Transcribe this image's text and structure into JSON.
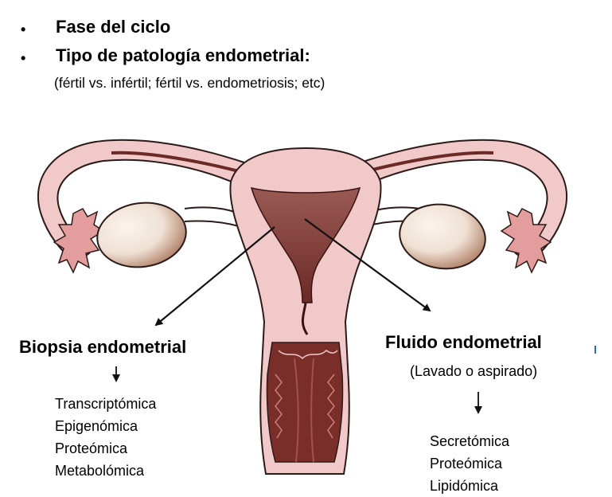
{
  "colors": {
    "tissue": "#f0c9c8",
    "outline": "#2b1a18",
    "cavity": "#9a5a54",
    "cavity_dark": "#6b2a26",
    "fimbria": "#e39d9c",
    "ovary_light": "#fbf4ee",
    "ovary_dark": "#a9765c"
  },
  "bullets": [
    {
      "marker": "•",
      "text": "Fase del ciclo"
    },
    {
      "marker": "•",
      "text": "Tipo de patología endometrial:"
    }
  ],
  "subtitle": "(fértil vs. infértil; fértil vs. endometriosis; etc)",
  "left_branch": {
    "heading": "Biopsia endometrial",
    "items": [
      "Transcriptómica",
      "Epigenómica",
      "Proteómica",
      "Metabolómica"
    ]
  },
  "right_branch": {
    "heading": "Fluido endometrial",
    "note": "(Lavado o aspirado)",
    "items": [
      "Secretómica",
      "Proteómica",
      "Lipidómica"
    ]
  }
}
